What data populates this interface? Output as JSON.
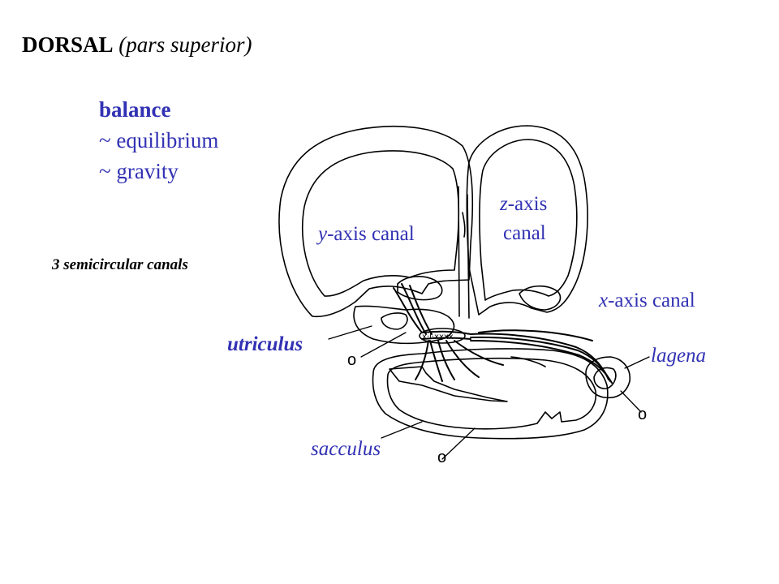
{
  "heading": {
    "bold": "DORSAL",
    "italic": "(pars superior)"
  },
  "function": {
    "main": "balance",
    "line1": "~ equilibrium",
    "line2": "~ gravity"
  },
  "canals_note": "3 semicircular canals",
  "labels": {
    "y_axis": {
      "var": "y",
      "rest": "-axis canal"
    },
    "z_axis": {
      "var": "z",
      "rest": "-axis",
      "line2": "canal"
    },
    "x_axis": {
      "var": "x",
      "rest": "-axis canal"
    },
    "utriculus": "utriculus",
    "lagena": "lagena",
    "sacculus": "sacculus"
  },
  "marker": "o",
  "colors": {
    "accent": "#3232b4",
    "ink": "#000000"
  }
}
